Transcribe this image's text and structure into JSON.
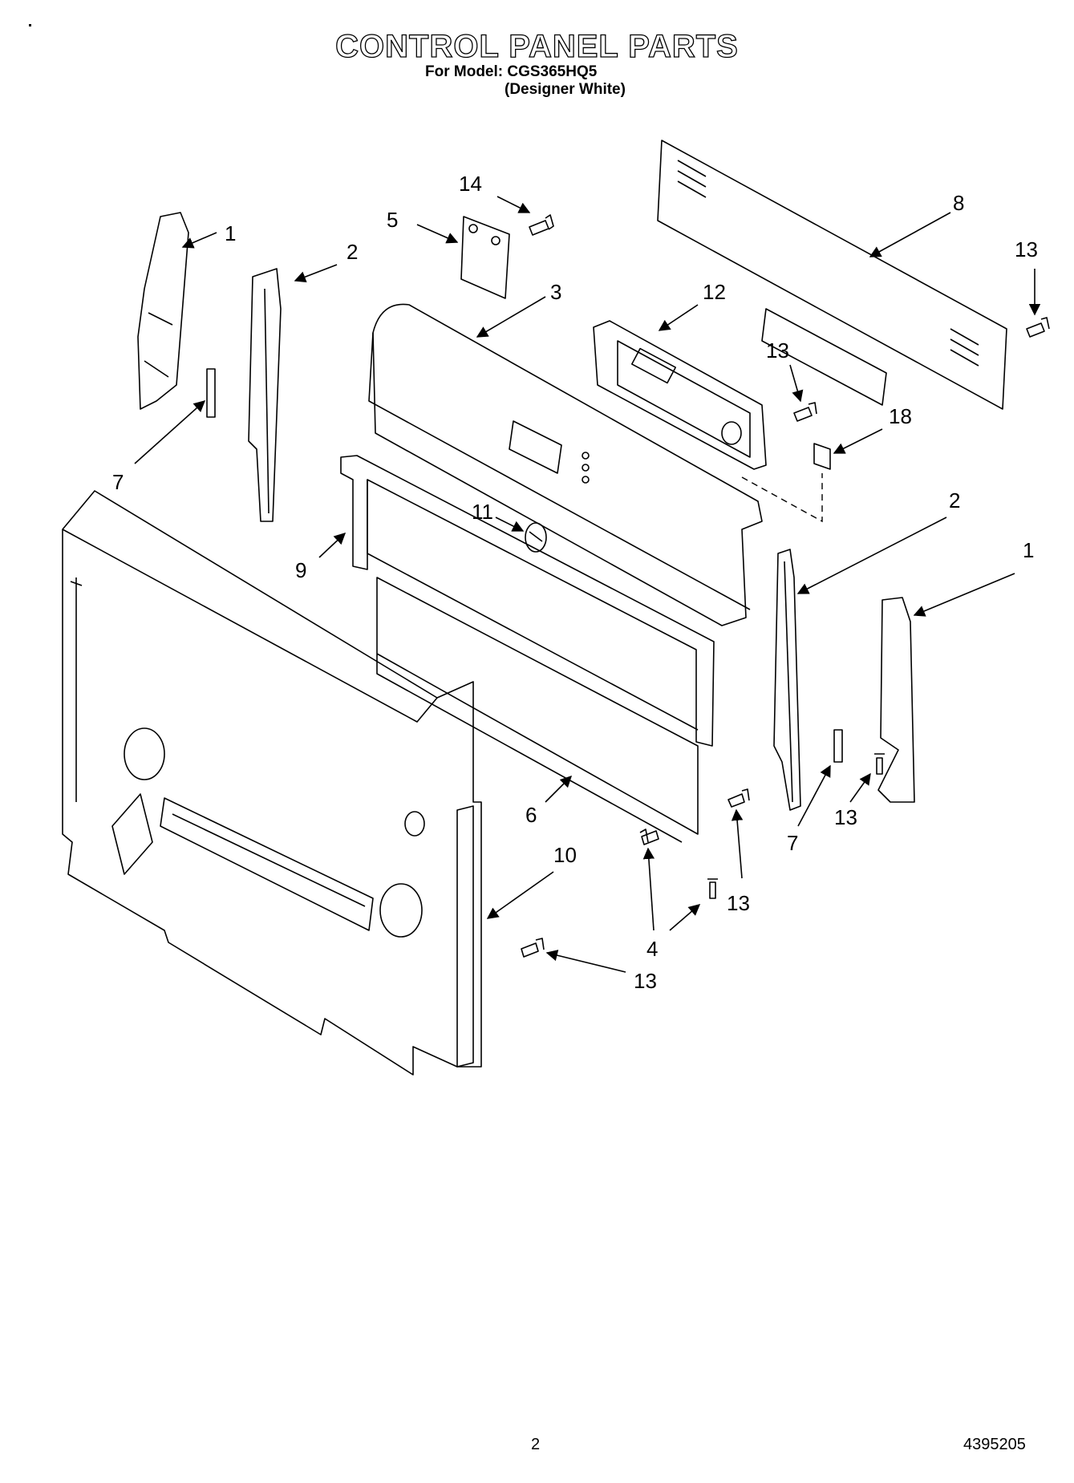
{
  "header": {
    "title": "CONTROL PANEL PARTS",
    "model_line": "For Model: CGS365HQ5",
    "color_line": "(Designer White)"
  },
  "callouts": [
    "1",
    "2",
    "7",
    "14",
    "5",
    "3",
    "12",
    "8",
    "13",
    "13",
    "18",
    "11",
    "9",
    "2",
    "1",
    "6",
    "7",
    "13",
    "13",
    "4",
    "10",
    "13"
  ],
  "footer": {
    "page_number": "2",
    "document_number": "4395205"
  }
}
